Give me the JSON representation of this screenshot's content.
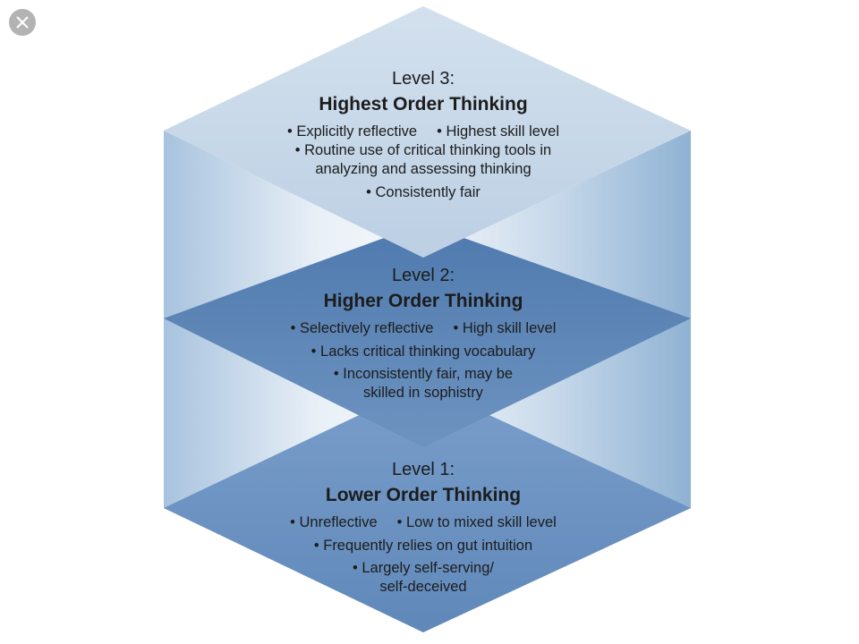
{
  "close_icon": "close-icon",
  "colors": {
    "top_face": "#c7d8e8",
    "mid_face": "#5e86b6",
    "bottom_face": "#6f94c2",
    "side_light": "#e6edf6",
    "side_mid": "#a9c2dd",
    "text": "#1c1c1c"
  },
  "levels": [
    {
      "label": "Level 3:",
      "title": "Highest Order Thinking",
      "line1_a": "• Explicitly reflective",
      "line1_b": "• Highest skill level",
      "line2": "• Routine use of critical thinking tools in",
      "line2_cont": "analyzing and assessing thinking",
      "line3": "• Consistently fair",
      "line3_cont": ""
    },
    {
      "label": "Level 2:",
      "title": "Higher Order Thinking",
      "line1_a": "• Selectively reflective",
      "line1_b": "• High skill level",
      "line2": "• Lacks critical thinking vocabulary",
      "line2_cont": "",
      "line3": "• Inconsistently fair, may be",
      "line3_cont": "skilled in sophistry"
    },
    {
      "label": "Level 1:",
      "title": "Lower Order Thinking",
      "line1_a": "• Unreflective",
      "line1_b": "• Low to mixed skill level",
      "line2": "• Frequently relies on gut intuition",
      "line2_cont": "",
      "line3": "• Largely self-serving/",
      "line3_cont": "self-deceived"
    }
  ]
}
